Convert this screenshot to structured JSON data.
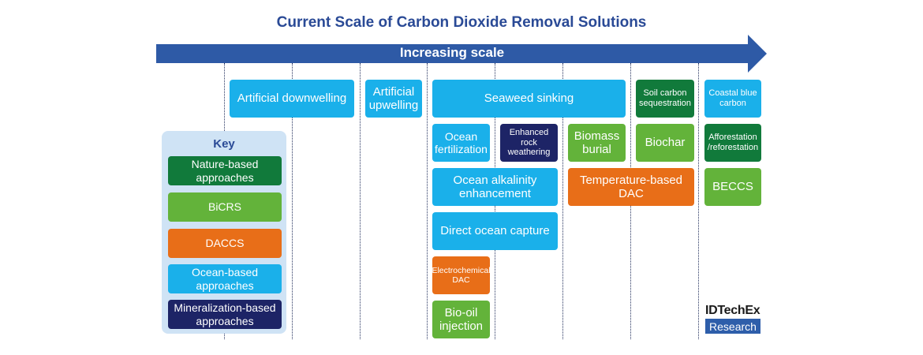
{
  "title": "Current Scale of Carbon Dioxide Removal Solutions",
  "arrow": {
    "label": "Increasing scale"
  },
  "colors": {
    "ocean": "#1ab0ea",
    "nature": "#117a3b",
    "bicrs": "#63b33a",
    "daccs": "#e86e18",
    "mineral": "#1d2466",
    "arrow": "#2e5aa6",
    "key_panel": "#cfe3f5"
  },
  "key": {
    "title": "Key",
    "items": [
      {
        "label": "Nature-based approaches",
        "category": "nature"
      },
      {
        "label": "BiCRS",
        "category": "bicrs"
      },
      {
        "label": "DACCS",
        "category": "daccs"
      },
      {
        "label": "Ocean-based approaches",
        "category": "ocean"
      },
      {
        "label": "Mineralization-based approaches",
        "category": "mineral"
      }
    ]
  },
  "solutions": [
    {
      "label": "Artificial downwelling",
      "category": "ocean"
    },
    {
      "label": "Artificial upwelling",
      "category": "ocean"
    },
    {
      "label": "Seaweed sinking",
      "category": "ocean"
    },
    {
      "label": "Soil carbon sequestration",
      "category": "nature"
    },
    {
      "label": "Coastal blue carbon",
      "category": "ocean"
    },
    {
      "label": "Ocean fertilization",
      "category": "ocean"
    },
    {
      "label": "Enhanced rock weathering",
      "category": "mineral"
    },
    {
      "label": "Biomass burial",
      "category": "bicrs"
    },
    {
      "label": "Biochar",
      "category": "bicrs"
    },
    {
      "label": "Afforestation /reforestation",
      "category": "nature"
    },
    {
      "label": "Ocean alkalinity enhancement",
      "category": "ocean"
    },
    {
      "label": "Temperature-based DAC",
      "category": "daccs"
    },
    {
      "label": "BECCS",
      "category": "bicrs"
    },
    {
      "label": "Direct ocean capture",
      "category": "ocean"
    },
    {
      "label": "Electrochemical DAC",
      "category": "daccs"
    },
    {
      "label": "Bio-oil injection",
      "category": "bicrs"
    }
  ],
  "logo": {
    "name": "IDTechEx",
    "sub": "Research"
  }
}
